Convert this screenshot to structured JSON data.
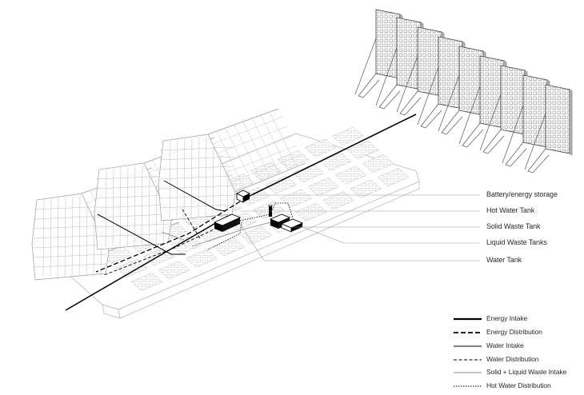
{
  "callouts": [
    {
      "id": "battery",
      "label": "Battery/energy storage"
    },
    {
      "id": "hot_water_tank",
      "label": "Hot Water Tank"
    },
    {
      "id": "solid_waste_tank",
      "label": "Solid Waste Tank"
    },
    {
      "id": "liquid_waste_tanks",
      "label": "Liquid Waste Tanks"
    },
    {
      "id": "water_tank",
      "label": "Water Tank"
    }
  ],
  "legend": [
    {
      "id": "energy_intake",
      "label": "Energy Intake",
      "line_style": "thick-solid",
      "color": "#000000"
    },
    {
      "id": "energy_distribution",
      "label": "Energy Distribution",
      "line_style": "thick-dashed",
      "color": "#000000"
    },
    {
      "id": "water_intake",
      "label": "Water Intake",
      "line_style": "solid",
      "color": "#000000"
    },
    {
      "id": "water_distribution",
      "label": "Water Distribution",
      "line_style": "dashed",
      "color": "#000000"
    },
    {
      "id": "waste_intake",
      "label": "Solid + Liquid Waste Intake",
      "line_style": "thin-solid-grey",
      "color": "#888888"
    },
    {
      "id": "hot_water_distribution",
      "label": "Hot Water Distribution",
      "line_style": "dotted",
      "color": "#000000"
    }
  ]
}
